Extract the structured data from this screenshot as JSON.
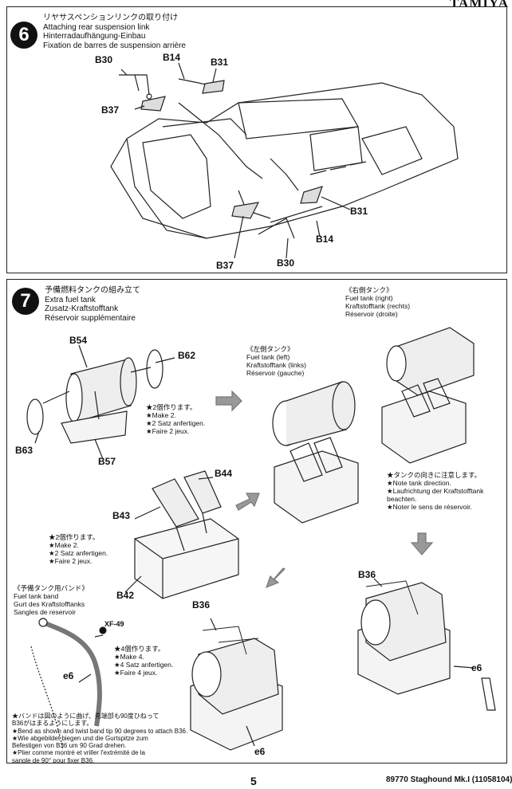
{
  "brand": "TAMIYA",
  "step6": {
    "number": "6",
    "titles": [
      "リヤサスペンションリンクの取り付け",
      "Attaching rear suspension link",
      "Hinterradaufhängung-Einbau",
      "Fixation de barres de suspension arrière"
    ],
    "labels": {
      "b30_top": "B30",
      "b14_top": "B14",
      "b31_top": "B31",
      "b37_top": "B37",
      "b31_right": "B31",
      "b14_bottom": "B14",
      "b37_bottom": "B37",
      "b30_bottom": "B30"
    }
  },
  "step7": {
    "number": "7",
    "titles": [
      "予備燃料タンクの組み立て",
      "Extra fuel tank",
      "Zusatz-Kraftstofftank",
      "Réservoir supplémentaire"
    ],
    "labels": {
      "b54": "B54",
      "b62": "B62",
      "b63": "B63",
      "b57": "B57",
      "b44": "B44",
      "b43": "B43",
      "b42": "B42",
      "b36_mid": "B36",
      "b36_right": "B36",
      "e6_left": "e6",
      "e6_mid": "e6",
      "e6_right": "e6",
      "xf49": "XF-49"
    },
    "make2_a": [
      "★2個作ります。",
      "★Make 2.",
      "★2 Satz anfertigen.",
      "★Faire 2 jeux."
    ],
    "make2_b": [
      "★2個作ります。",
      "★Make 2.",
      "★2 Satz anfertigen.",
      "★Faire 2 jeux."
    ],
    "make4": [
      "★4個作ります。",
      "★Make 4.",
      "★4 Satz anfertigen.",
      "★Faire 4 jeux."
    ],
    "left_tank": [
      "《左側タンク》",
      "Fuel tank (left)",
      "Kraftstofftank (links)",
      "Réservoir (gauche)"
    ],
    "right_tank": [
      "《右側タンク》",
      "Fuel tank (right)",
      "Kraftstofftank (rechts)",
      "Réservoir (droite)"
    ],
    "direction": [
      "★タンクの向きに注意します。",
      "★Note tank direction.",
      "★Laufrichtung der Kraftstofftank",
      "beachten.",
      "★Noter le sens de réservoir."
    ],
    "band": [
      "《予備タンク用バンド》",
      "Fuel tank band",
      "Gurt des Kraftstofftanks",
      "Sangles de reservoir"
    ],
    "bend": [
      "★バンドは図のように曲げ、先端部も90度ひねって",
      "B36がはまるようにします。",
      "★Bend as shown and twist band tip 90 degrees to attach B36.",
      "★Wie abgebildet biegen und die Gurtspitze zum",
      "Befestigen von B36 um 90 Grad drehen.",
      "★Plier comme montré et vriller l'extrémité de la",
      "sangle de 90° pour fixer B36."
    ]
  },
  "footer": {
    "page": "5",
    "code": "89770  Staghound Mk.I (11058104)"
  }
}
